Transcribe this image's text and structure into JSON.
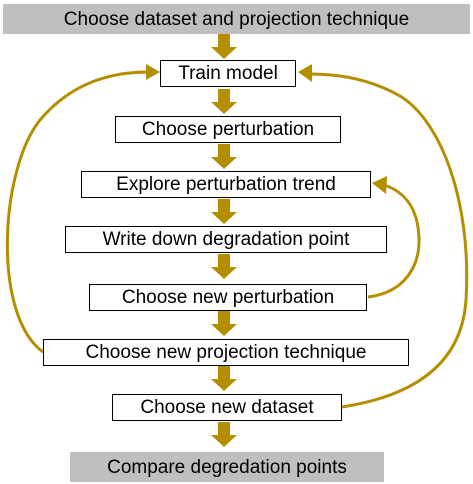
{
  "colors": {
    "arrow": "#b38f00",
    "shaded": "#bfbfbf",
    "border": "#000000"
  },
  "steps": {
    "start": "Choose dataset and projection technique",
    "train": "Train model",
    "perturbation": "Choose perturbation",
    "explore": "Explore perturbation trend",
    "degradation": "Write down degradation point",
    "new_perturbation": "Choose new perturbation",
    "new_projection": "Choose new projection technique",
    "new_dataset": "Choose new dataset",
    "end": "Compare degredation points"
  }
}
